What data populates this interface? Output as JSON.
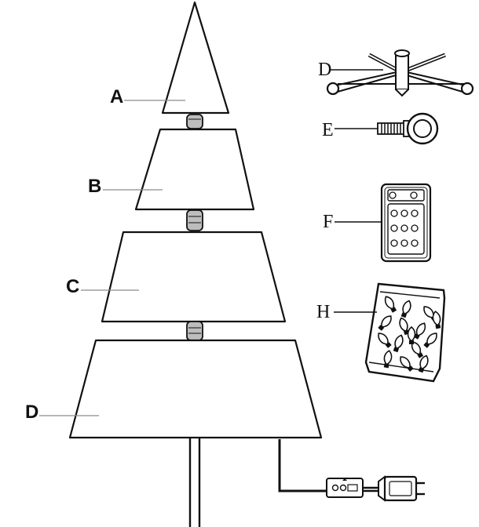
{
  "tree_labels": {
    "a": "A",
    "b": "B",
    "c": "C",
    "d": "D"
  },
  "part_labels": {
    "stand": "D",
    "eye_bolt": "E",
    "remote": "F",
    "bulb_bag": "H"
  },
  "icons": [
    "tree-section-a",
    "tree-section-b",
    "tree-section-c",
    "tree-section-d",
    "tree-stand-icon",
    "eye-bolt-icon",
    "remote-control-icon",
    "bulb-bag-icon",
    "power-adapter-icon",
    "controller-box-icon"
  ]
}
